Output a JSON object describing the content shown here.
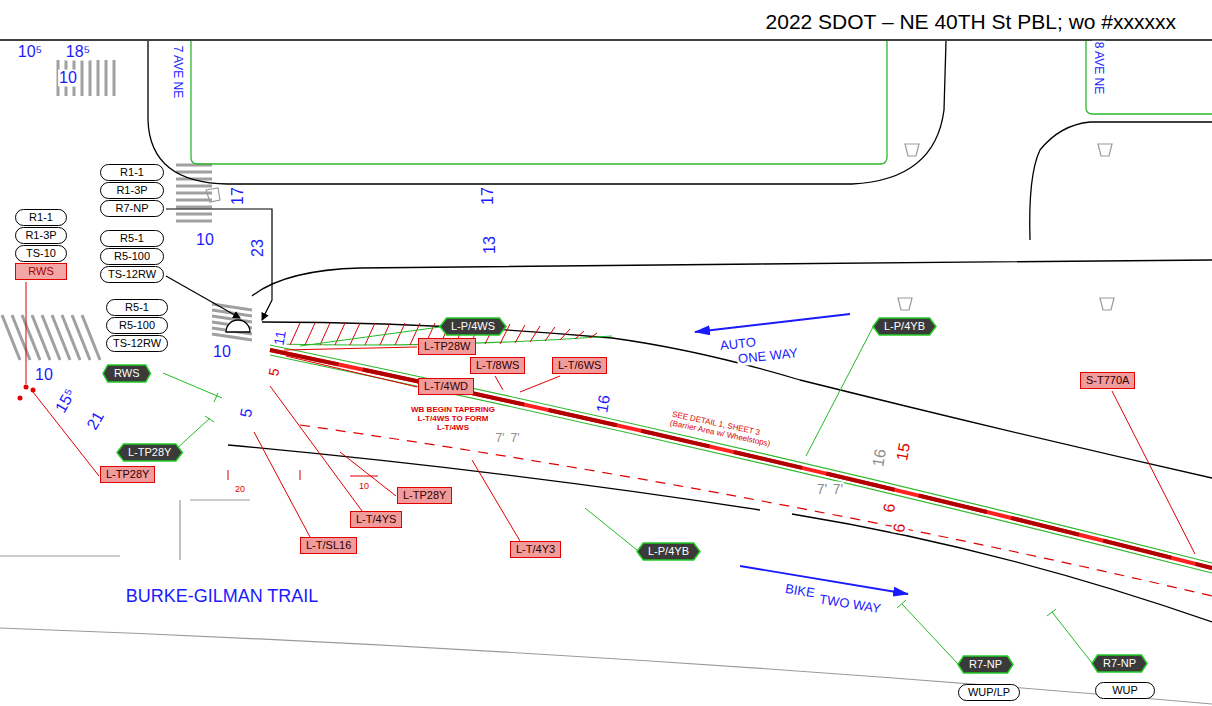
{
  "diagram": {
    "title": "2022 SDOT – NE 40TH St PBL; wo #xxxxxx",
    "nodes": [
      {
        "text": [
          "R1-1"
        ]
      },
      {
        "text": [
          "R1-3P"
        ]
      },
      {
        "text": [
          "R7-NP"
        ]
      },
      {
        "text": [
          "R5-1"
        ]
      },
      {
        "text": [
          "R5-100"
        ]
      },
      {
        "text": [
          "TS-12RW"
        ]
      },
      {
        "text": [
          "R1-1"
        ]
      },
      {
        "text": [
          "R1-3P"
        ]
      },
      {
        "text": [
          "TS-10"
        ]
      },
      {
        "text": [
          "RWS"
        ]
      },
      {
        "text": [
          "R5-1"
        ]
      },
      {
        "text": [
          "R5-100"
        ]
      },
      {
        "text": [
          "TS-12RW"
        ]
      },
      {
        "text": [
          "L-P/4WS"
        ]
      },
      {
        "text": [
          "L-TP28W"
        ]
      },
      {
        "text": [
          "L-T/8WS"
        ]
      },
      {
        "text": [
          "L-T/6WS"
        ]
      },
      {
        "text": [
          "L-T/4WD"
        ]
      },
      {
        "text": [
          "RWS"
        ]
      },
      {
        "text": [
          "L-TP28Y"
        ]
      },
      {
        "text": [
          "L-TP28Y"
        ]
      },
      {
        "text": [
          "L-TP28Y"
        ]
      },
      {
        "text": [
          "L-T/4YS"
        ]
      },
      {
        "text": [
          "L-T/SL16"
        ]
      },
      {
        "text": [
          "L-T/4Y3"
        ]
      },
      {
        "text": [
          "L-P/4YB"
        ]
      },
      {
        "text": [
          "L-P/4YB"
        ]
      },
      {
        "text": [
          "S-T770A"
        ]
      },
      {
        "text": [
          "R7-NP"
        ]
      },
      {
        "text": [
          "WUP/LP"
        ]
      },
      {
        "text": [
          "R7-NP"
        ]
      },
      {
        "text": [
          "WUP"
        ]
      }
    ],
    "labels": [
      "7 AVE NE",
      "8 AVE NE",
      "10⁵",
      "18⁵",
      "10",
      "17",
      "17",
      "10",
      "23",
      "13",
      "10",
      "11",
      "5",
      "5",
      "10",
      "15⁵",
      "21",
      "20",
      "10",
      "16",
      "16",
      "15",
      "6",
      "6",
      "7'",
      "7'",
      "7'",
      "7'",
      "AUTO",
      "ONE WAY",
      "BIKE",
      "TWO WAY",
      "BURKE-GILMAN TRAIL",
      "SEE DETAIL 1, SHEET 3",
      "(Barrier Area w/ Wheelstops)",
      "WB BEGIN TAPERING",
      "L-T/4WS TO FORM",
      "L-T/4WS"
    ]
  }
}
